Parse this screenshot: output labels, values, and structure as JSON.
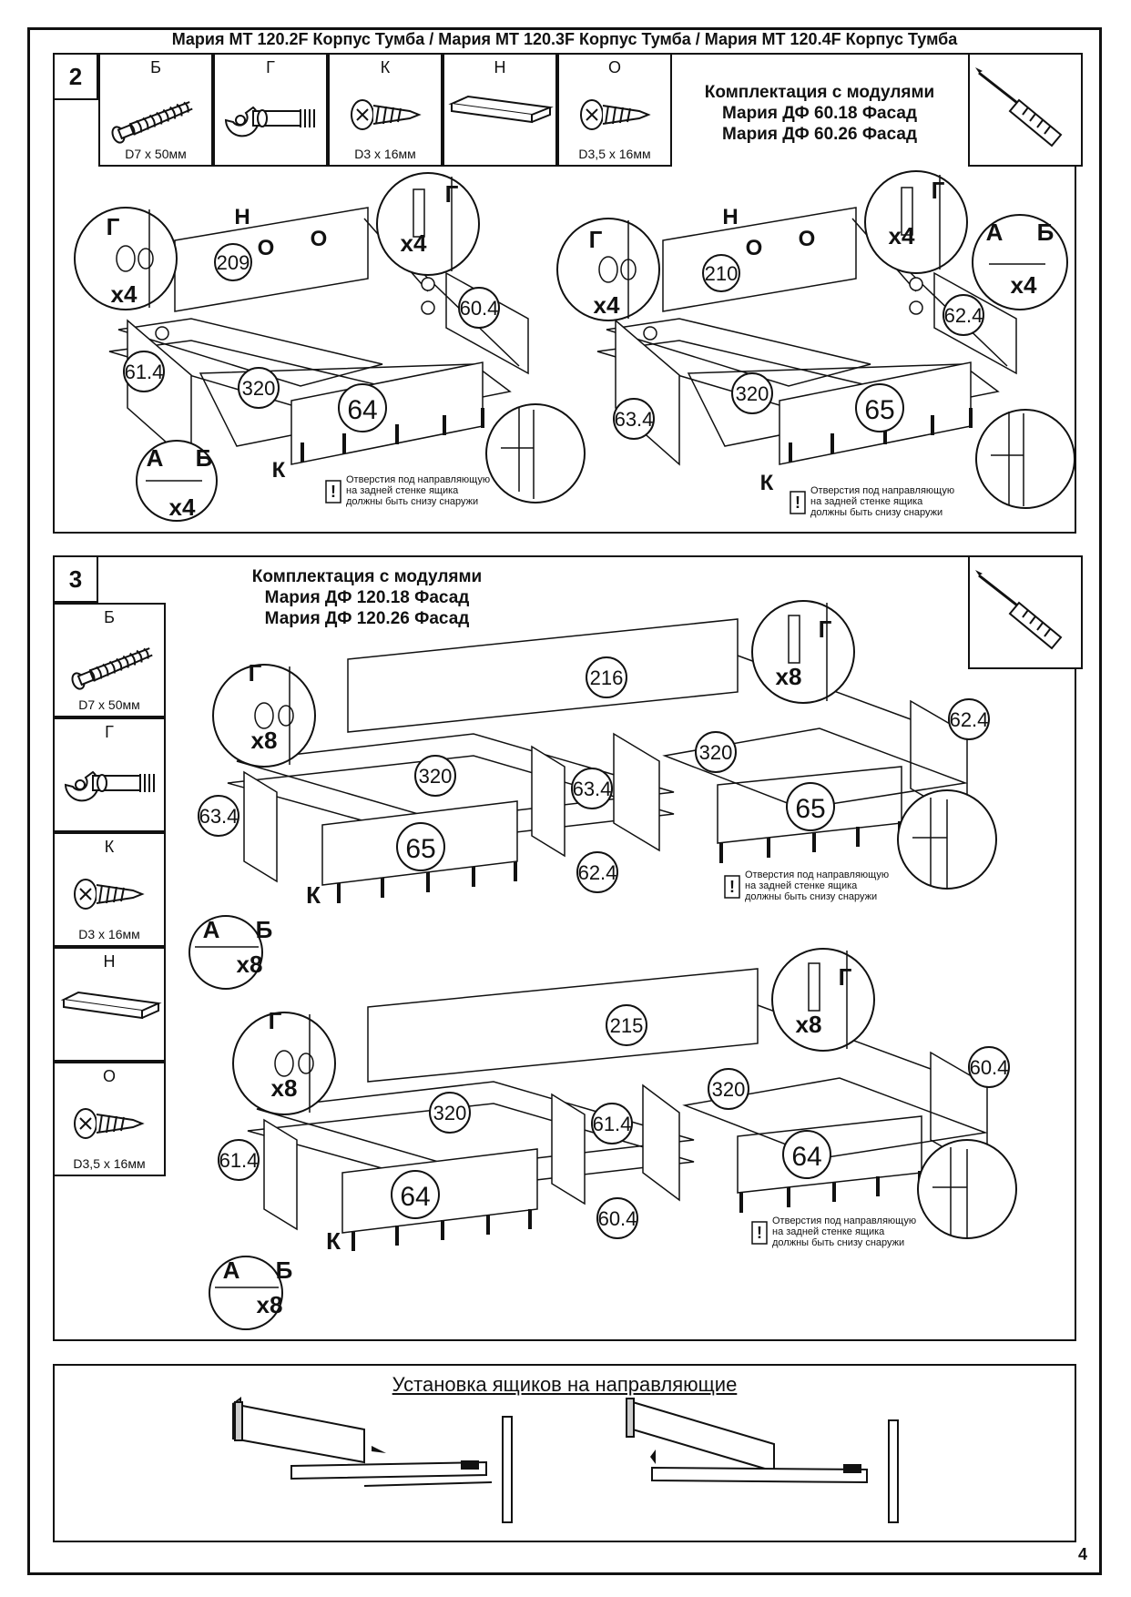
{
  "header": {
    "title": "Мария  МТ 120.2F Корпус Тумба / Мария  МТ 120.3F Корпус Тумба / Мария  МТ 120.4F Корпус Тумба"
  },
  "step2": {
    "number": "2",
    "parts": [
      {
        "letter": "Б",
        "size": "D7 x 50мм",
        "icon": "confirmat-screw-icon"
      },
      {
        "letter": "Г",
        "size": "",
        "icon": "cam-lock-connector-icon"
      },
      {
        "letter": "К",
        "size": "D3 x 16мм",
        "icon": "screw-icon"
      },
      {
        "letter": "Н",
        "size": "",
        "icon": "handle-icon"
      },
      {
        "letter": "О",
        "size": "D3,5 x 16мм",
        "icon": "screw-icon"
      }
    ],
    "kit_lines": [
      "Комплектация с модулями",
      "Мария ДФ 60.18 Фасад",
      "Мария ДФ 60.26 Фасад"
    ],
    "left": {
      "back": "209",
      "side_right": "60.4",
      "side_left": "61.4",
      "bottom": "320",
      "front": "64",
      "letters": [
        "Н",
        "О",
        "О",
        "К"
      ],
      "callouts": [
        "Г",
        "x4",
        "Г",
        "x4",
        "А",
        "Б",
        "x4"
      ]
    },
    "right": {
      "back": "210",
      "side_right": "62.4",
      "side_left": "63.4",
      "bottom": "320",
      "front": "65",
      "letters": [
        "Н",
        "О",
        "О",
        "К"
      ],
      "callouts": [
        "Г",
        "x4",
        "Г",
        "x4",
        "А",
        "Б",
        "x4"
      ]
    },
    "note": [
      "Отверстия под направляющую",
      "на задней стенке ящика",
      "должны быть снизу снаружи"
    ],
    "warn": "!"
  },
  "step3": {
    "number": "3",
    "kit_lines": [
      "Комплектация с модулями",
      "Мария ДФ 120.18 Фасад",
      "Мария ДФ 120.26 Фасад"
    ],
    "parts": [
      {
        "letter": "Б",
        "size": "D7 x 50мм",
        "icon": "confirmat-screw-icon"
      },
      {
        "letter": "Г",
        "size": "",
        "icon": "cam-lock-connector-icon"
      },
      {
        "letter": "К",
        "size": "D3 x 16мм",
        "icon": "screw-icon"
      },
      {
        "letter": "Н",
        "size": "",
        "icon": "handle-icon"
      },
      {
        "letter": "О",
        "size": "D3,5 x 16мм",
        "icon": "screw-icon"
      }
    ],
    "top": {
      "back": "216",
      "side_right": "62.4",
      "side_left": "63.4",
      "mid_left": "63.4",
      "mid_right": "62.4",
      "bottom_a": "320",
      "bottom_b": "320",
      "front_a": "65",
      "front_b": "65",
      "letter_k": "К"
    },
    "bottom": {
      "back": "215",
      "side_right": "60.4",
      "side_left": "61.4",
      "mid_left": "61.4",
      "mid_right": "60.4",
      "bottom_a": "320",
      "bottom_b": "320",
      "front_a": "64",
      "front_b": "64",
      "letter_k": "К"
    },
    "callouts": {
      "g": "Г",
      "x8": "x8",
      "a": "А",
      "b": "Б"
    },
    "note": [
      "Отверстия под направляющую",
      "на задней стенке ящика",
      "должны быть снизу снаружи"
    ],
    "warn": "!"
  },
  "step4": {
    "title": "Установка ящиков на направляющие"
  },
  "page_number": "4"
}
